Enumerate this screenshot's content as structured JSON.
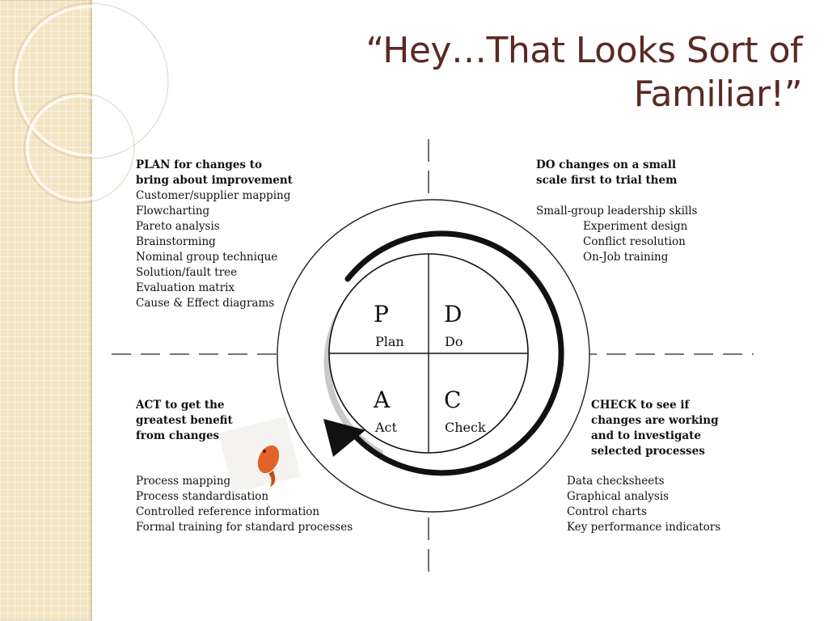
{
  "slide": {
    "title_line1": "“Hey…That Looks Sort of",
    "title_line2": "Familiar!”"
  },
  "pdca": {
    "plan": {
      "letter": "P",
      "name": "Plan",
      "heading_line1": "PLAN for changes to",
      "heading_line2": "bring about improvement",
      "items": [
        "Customer/supplier mapping",
        "Flowcharting",
        "Pareto analysis",
        "Brainstorming",
        "Nominal group technique",
        "Solution/fault tree",
        "Evaluation matrix",
        "Cause & Effect diagrams"
      ]
    },
    "do": {
      "letter": "D",
      "name": "Do",
      "heading_line1": "DO changes on a small",
      "heading_line2": "scale first to trial them",
      "lead_item": "Small-group leadership skills",
      "items": [
        "Experiment design",
        "Conflict resolution",
        "On-Job training"
      ]
    },
    "check": {
      "letter": "C",
      "name": "Check",
      "heading_line1": "CHECK to see if",
      "heading_line2": "changes are working",
      "heading_line3": "and to investigate",
      "heading_line4": "selected processes",
      "items": [
        "Data checksheets",
        "Graphical analysis",
        "Control charts",
        "Key performance indicators"
      ]
    },
    "act": {
      "letter": "A",
      "name": "Act",
      "heading_line1": "ACT to get the",
      "heading_line2": "greatest benefit",
      "heading_line3": "from changes",
      "items": [
        "Process mapping",
        "Process standardisation",
        "Controlled reference information",
        "Formal training for standard processes"
      ]
    }
  }
}
